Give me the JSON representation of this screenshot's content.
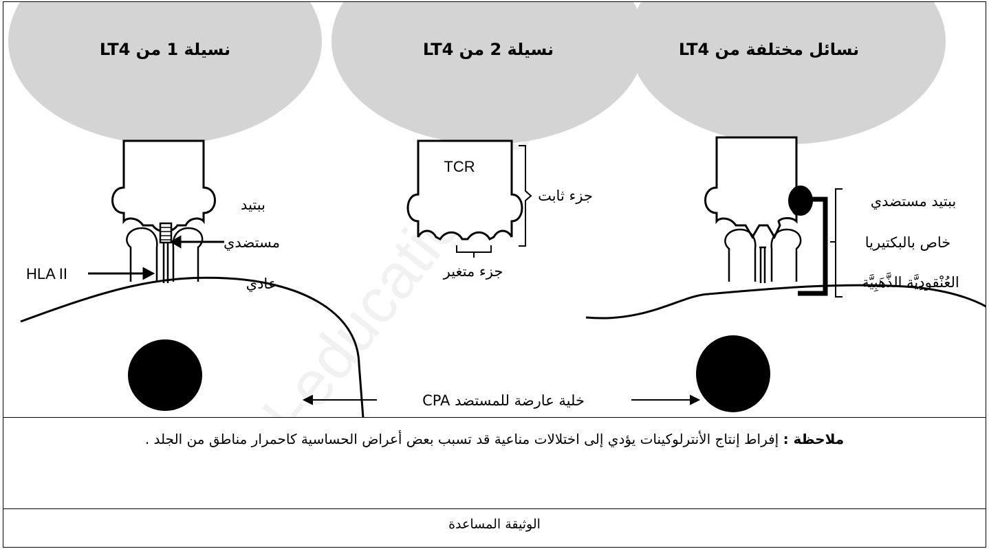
{
  "clones": [
    {
      "title": "نسيلة 1 من LT4"
    },
    {
      "title": "نسيلة 2 من LT4"
    },
    {
      "title": "نسائل مختلفة من LT4"
    }
  ],
  "labels": {
    "peptide_1": "ببتيد",
    "peptide_2": "مستضدي",
    "peptide_3": "عادي",
    "hla": "HLA II",
    "tcr": "TCR",
    "constant_part": "جزء ثابت",
    "variable_part": "جزء متغير",
    "bact_1": "ببتيد مستضدي",
    "bact_2": "خاص بالبكتيريا",
    "bact_3": "العُنْقودِيَّة الذَّهَبِيَّة",
    "cpa": "خلية عارضة للمستضد CPA"
  },
  "watermark": "l-education.com/exa",
  "note": {
    "label": "ملاحظة :",
    "text": " إفراط إنتاج الأنترلوكينات يؤدي إلى اختلالات مناعية قد تسبب بعض أعراض الحساسية كاحمرار مناطق من الجلد ."
  },
  "caption": "الوثيقة المساعدة",
  "colors": {
    "cell_gray": "#d4d4d4",
    "line": "#000000"
  }
}
